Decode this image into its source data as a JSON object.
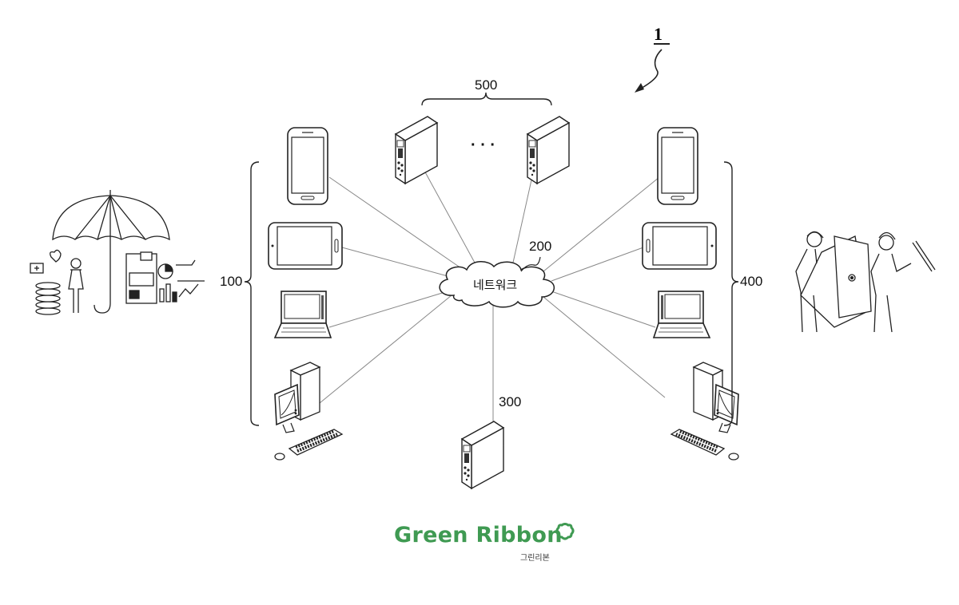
{
  "figure": {
    "figure_number": "1",
    "labels": {
      "user_terminals": "100",
      "network_ref": "200",
      "network_text": "네트워크",
      "server": "300",
      "provider_terminals": "400",
      "external_servers": "500",
      "ellipsis": "· · ·"
    }
  },
  "watermark": {
    "brand": "Green Ribbon",
    "sub": "그린리본",
    "color": "#3f9a52"
  }
}
